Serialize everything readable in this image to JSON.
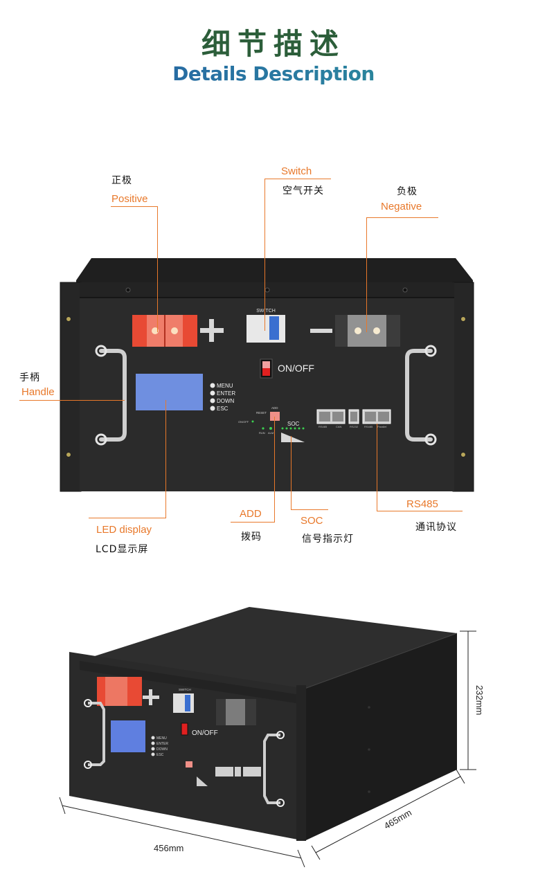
{
  "header": {
    "title_cn": "细节描述",
    "title_en": "Details Description"
  },
  "callouts": {
    "positive": {
      "en": "Positive",
      "cn": "正极"
    },
    "switch": {
      "en": "Switch",
      "cn": "空气开关"
    },
    "negative": {
      "en": "Negative",
      "cn": "负极"
    },
    "handle": {
      "en": "Handle",
      "cn": "手柄"
    },
    "led_display": {
      "en": "LED display",
      "cn": "LCD显示屏"
    },
    "add": {
      "en": "ADD",
      "cn": "拨码"
    },
    "soc": {
      "en": "SOC",
      "cn": "信号指示灯"
    },
    "rs485": {
      "en": "RS485",
      "cn": "通讯协议"
    }
  },
  "panel": {
    "switch_label": "SWITCH",
    "onoff_label": "ON/OFF",
    "buttons": [
      "MENU",
      "ENTER",
      "DOWN",
      "ESC"
    ],
    "reset_label": "RESET",
    "add_label": "ADD",
    "onoff_small": "ON/OFF",
    "run_label": "RUN",
    "alm_label": "ALM",
    "soc_label": "SOC",
    "ports": [
      "RS485",
      "CAN",
      "RS232",
      "RS485",
      "Parallel"
    ],
    "plus_symbol": "+",
    "minus_symbol": "−"
  },
  "dimensions": {
    "width": "456mm",
    "depth": "465mm",
    "height": "232mm"
  },
  "colors": {
    "accent": "#e8782a",
    "title_green": "#2c5e3a",
    "chassis": "#2a2a2a",
    "lcd": "#6f8fe0",
    "terminal_red": "#e84a34"
  }
}
